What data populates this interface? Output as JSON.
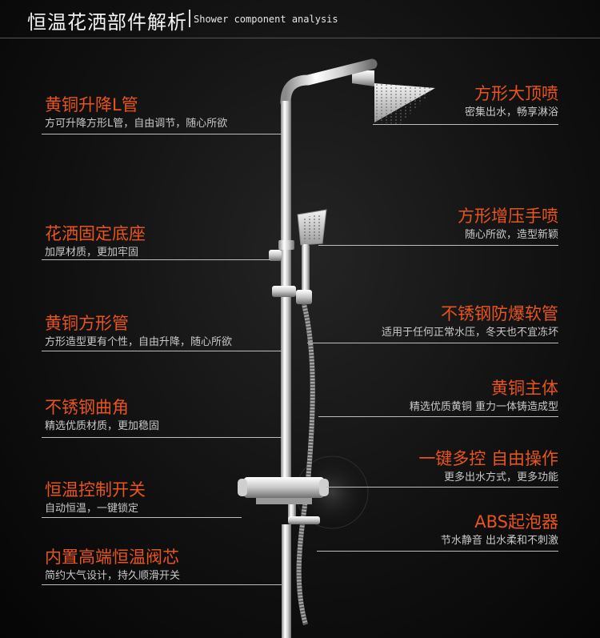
{
  "header": {
    "title": "恒温花洒部件解析",
    "subtitle": "Shower component analysis"
  },
  "colors": {
    "accent": "#e8541c",
    "text": "#c8c8c8",
    "background": "#111111",
    "chrome": "#d9d9d9"
  },
  "left_features": [
    {
      "title": "黄铜升降L管",
      "desc": "方可升降方形L管，自由调节，随心所欲"
    },
    {
      "title": "花洒固定底座",
      "desc": "加厚材质，更加牢固"
    },
    {
      "title": "黄铜方形管",
      "desc": "方形造型更有个性，自由升降，随心所欲"
    },
    {
      "title": "不锈钢曲角",
      "desc": "精选优质材质，更加稳固"
    },
    {
      "title": "恒温控制开关",
      "desc": "自动恒温，一键锁定"
    },
    {
      "title": "内置高端恒温阀芯",
      "desc": "简约大气设计，持久顺滑开关"
    }
  ],
  "right_features": [
    {
      "title": "方形大顶喷",
      "desc": "密集出水，畅享淋浴"
    },
    {
      "title": "方形增压手喷",
      "desc": "随心所欲，造型新颖"
    },
    {
      "title": "不锈钢防爆软管",
      "desc": "适用于任何正常水压，冬天也不宜冻坏"
    },
    {
      "title": "黄铜主体",
      "desc": "精选优质黄铜 重力一体铸造成型"
    },
    {
      "title": "一键多控 自由操作",
      "desc": "更多出水方式，更多功能"
    },
    {
      "title": "ABS起泡器",
      "desc": "节水静音 出水柔和不刺激"
    }
  ]
}
